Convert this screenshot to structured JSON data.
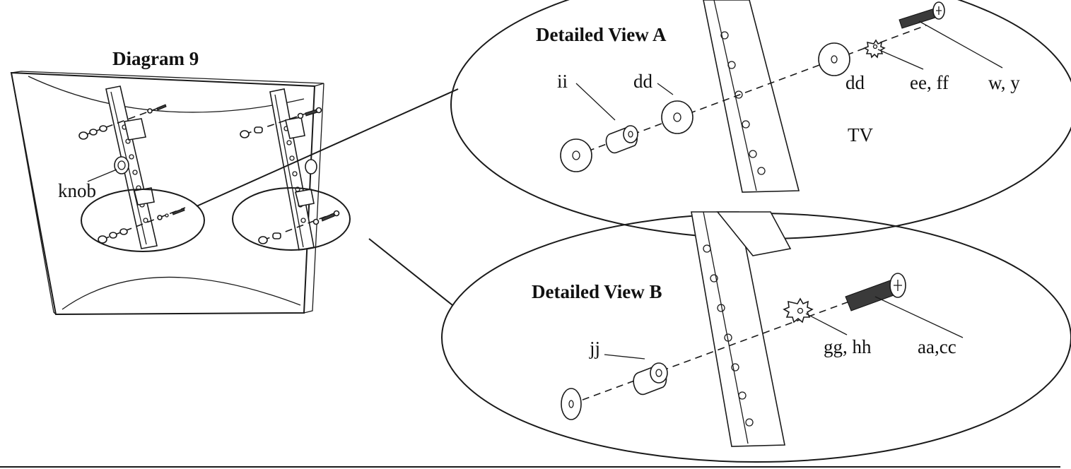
{
  "diagram": {
    "title": "Diagram 9",
    "labels": {
      "knob": "knob"
    },
    "view_a": {
      "title": "Detailed View A",
      "labels": {
        "spacer": "ii",
        "washer_left": "dd",
        "washer_right": "dd",
        "lock_washer": "ee, ff",
        "screw": "w, y",
        "tv": "TV"
      }
    },
    "view_b": {
      "title": "Detailed View B",
      "labels": {
        "spacer": "jj",
        "lock_washer": "gg, hh",
        "screw": "aa,cc"
      }
    },
    "icons": {
      "screw_head": "phillips-screw-head-icon",
      "lock_washer": "star-lock-washer-icon"
    }
  }
}
